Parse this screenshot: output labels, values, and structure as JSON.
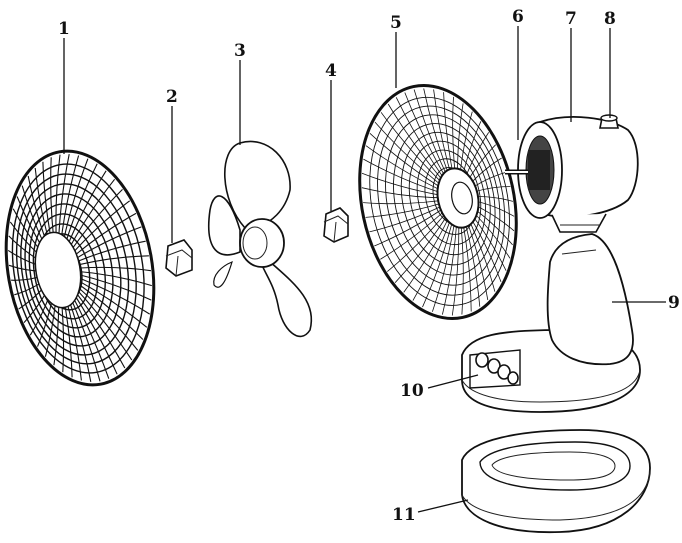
{
  "colors": {
    "ink": "#111111",
    "paper": "#ffffff"
  },
  "parts": [
    {
      "id": "1",
      "label": "1"
    },
    {
      "id": "2",
      "label": "2"
    },
    {
      "id": "3",
      "label": "3"
    },
    {
      "id": "4",
      "label": "4"
    },
    {
      "id": "5",
      "label": "5"
    },
    {
      "id": "6",
      "label": "6"
    },
    {
      "id": "7",
      "label": "7"
    },
    {
      "id": "8",
      "label": "8"
    },
    {
      "id": "9",
      "label": "9"
    },
    {
      "id": "10",
      "label": "10"
    },
    {
      "id": "11",
      "label": "11"
    }
  ]
}
